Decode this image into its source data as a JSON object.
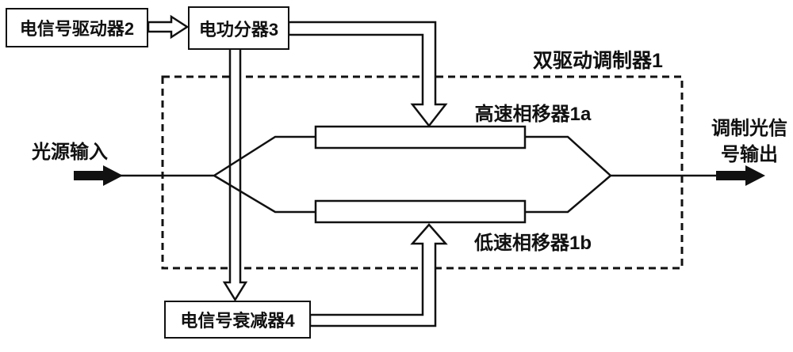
{
  "diagram": {
    "boxes": {
      "driver": {
        "label": "电信号驱动器2"
      },
      "splitter": {
        "label": "电功分器3"
      },
      "attenuator": {
        "label": "电信号衰减器4"
      }
    },
    "labels": {
      "modulator": "双驱动调制器1",
      "high_speed_phase_shifter": "高速相移器1a",
      "low_speed_phase_shifter": "低速相移器1b",
      "input": "光源输入",
      "output_line1": "调制光信",
      "output_line2": "号输出"
    },
    "colors": {
      "line": "#111111",
      "background": "#ffffff"
    }
  }
}
